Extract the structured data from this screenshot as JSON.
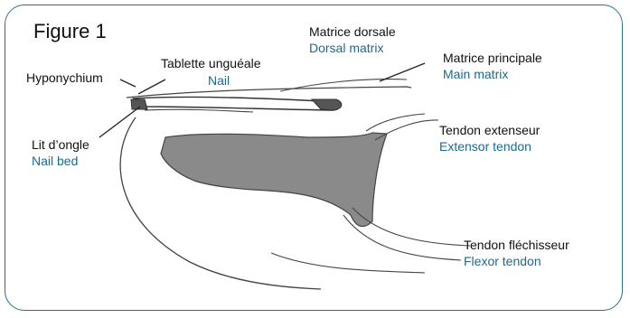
{
  "figure_title": "Figure 1",
  "colors": {
    "frame": "#2f6f86",
    "english_label": "#1b6a8f",
    "bone": "#8a8a8a",
    "outline": "#333333"
  },
  "labels": {
    "hyponychium": {
      "fr": "Hyponychium"
    },
    "nail": {
      "fr": "Tablette unguéale",
      "en": "Nail"
    },
    "dorsal_matrix": {
      "fr": "Matrice dorsale",
      "en": "Dorsal matrix"
    },
    "main_matrix": {
      "fr": "Matrice principale",
      "en": "Main matrix"
    },
    "nail_bed": {
      "fr": "Lit d’ongle",
      "en": "Nail bed"
    },
    "extensor_tendon": {
      "fr": "Tendon extenseur",
      "en": "Extensor tendon"
    },
    "flexor_tendon": {
      "fr": "Tendon fléchisseur",
      "en": "Flexor tendon"
    }
  }
}
